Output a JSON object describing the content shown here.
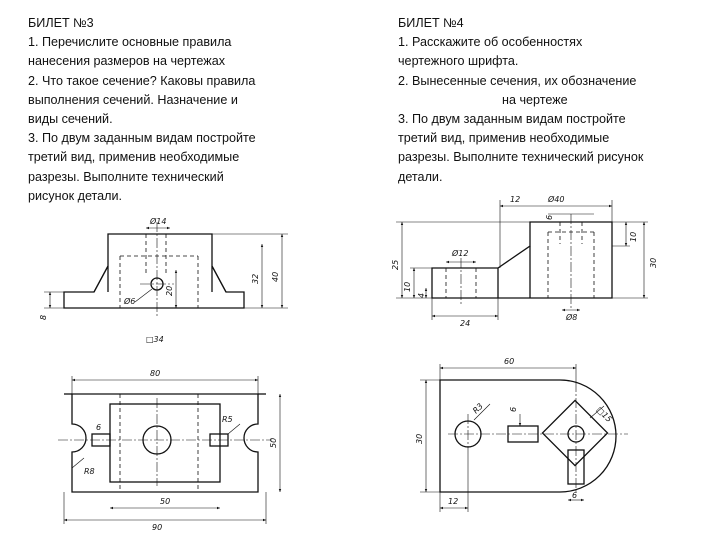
{
  "ticket3": {
    "title": "БИЛЕТ №3",
    "lines": [
      "1. Перечислите основные правила",
      "нанесения размеров на чертежах",
      "2. Что такое сечение? Каковы правила",
      "выполнения сечений. Назначение   и",
      "виды  сечений.",
      "3. По двум заданным видам постройте",
      "третий вид, применив необходимые",
      "разрезы. Выполните технический",
      "рисунок детали."
    ],
    "dims": {
      "d14": "Ø14",
      "d6": "Ø6",
      "h20": "20",
      "h32": "32",
      "h40": "40",
      "h8": "8",
      "sq34": "□34",
      "w80": "80",
      "w50": "50",
      "w90": "90",
      "r5": "R5",
      "r8": "R8",
      "s6": "6",
      "h50": "50"
    }
  },
  "ticket4": {
    "title": "БИЛЕТ №4",
    "lines": [
      "1. Расскажите об особенностях",
      "чертежного шрифта.",
      " 2. Вынесенные  сечения,  их  обозначение",
      "на  чертеже",
      " 3. По двум заданным видам постройте",
      "третий вид, применив необходимые",
      "разрезы. Выполните технический рисунок",
      "детали."
    ],
    "dims": {
      "d40": "Ø40",
      "w12": "12",
      "s6": "6",
      "d12": "Ø12",
      "h10": "10",
      "h30": "30",
      "h25": "25",
      "h10b": "10",
      "h4": "4",
      "w24": "24",
      "d8": "Ø8",
      "w60": "60",
      "r3": "R3",
      "s6b": "6",
      "sq15": "□15",
      "h30b": "30",
      "w12b": "12",
      "s6c": "6"
    }
  }
}
